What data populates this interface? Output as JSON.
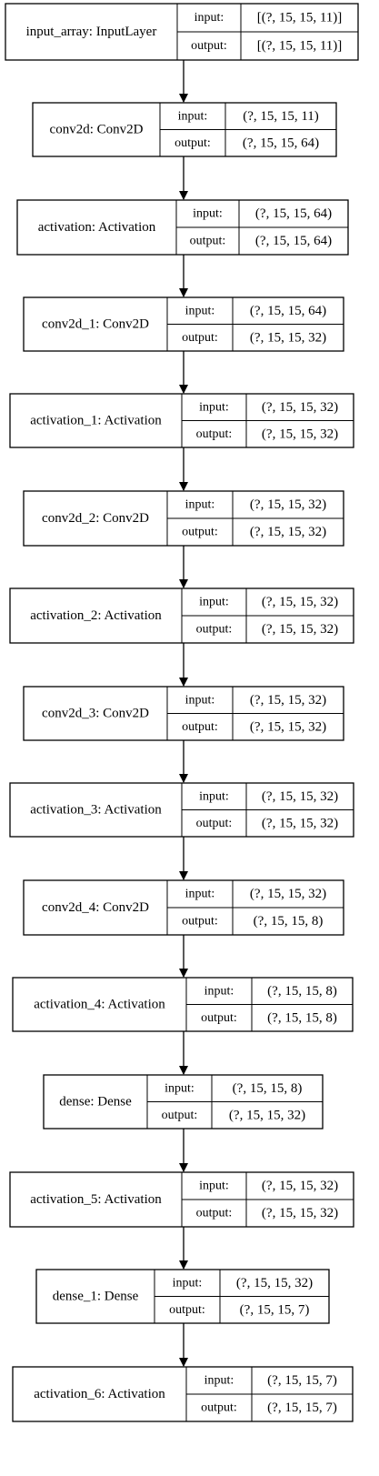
{
  "diagram": {
    "field_labels": {
      "input": "input:",
      "output": "output:"
    },
    "layers": [
      {
        "name": "input_array: InputLayer",
        "input": "[(?, 15, 15, 11)]",
        "output": "[(?, 15, 15, 11)]"
      },
      {
        "name": "conv2d: Conv2D",
        "input": "(?, 15, 15, 11)",
        "output": "(?, 15, 15, 64)"
      },
      {
        "name": "activation: Activation",
        "input": "(?, 15, 15, 64)",
        "output": "(?, 15, 15, 64)"
      },
      {
        "name": "conv2d_1: Conv2D",
        "input": "(?, 15, 15, 64)",
        "output": "(?, 15, 15, 32)"
      },
      {
        "name": "activation_1: Activation",
        "input": "(?, 15, 15, 32)",
        "output": "(?, 15, 15, 32)"
      },
      {
        "name": "conv2d_2: Conv2D",
        "input": "(?, 15, 15, 32)",
        "output": "(?, 15, 15, 32)"
      },
      {
        "name": "activation_2: Activation",
        "input": "(?, 15, 15, 32)",
        "output": "(?, 15, 15, 32)"
      },
      {
        "name": "conv2d_3: Conv2D",
        "input": "(?, 15, 15, 32)",
        "output": "(?, 15, 15, 32)"
      },
      {
        "name": "activation_3: Activation",
        "input": "(?, 15, 15, 32)",
        "output": "(?, 15, 15, 32)"
      },
      {
        "name": "conv2d_4: Conv2D",
        "input": "(?, 15, 15, 32)",
        "output": "(?, 15, 15, 8)"
      },
      {
        "name": "activation_4: Activation",
        "input": "(?, 15, 15, 8)",
        "output": "(?, 15, 15, 8)"
      },
      {
        "name": "dense: Dense",
        "input": "(?, 15, 15, 8)",
        "output": "(?, 15, 15, 32)"
      },
      {
        "name": "activation_5: Activation",
        "input": "(?, 15, 15, 32)",
        "output": "(?, 15, 15, 32)"
      },
      {
        "name": "dense_1: Dense",
        "input": "(?, 15, 15, 32)",
        "output": "(?, 15, 15, 7)"
      },
      {
        "name": "activation_6: Activation",
        "input": "(?, 15, 15, 7)",
        "output": "(?, 15, 15, 7)"
      }
    ]
  }
}
